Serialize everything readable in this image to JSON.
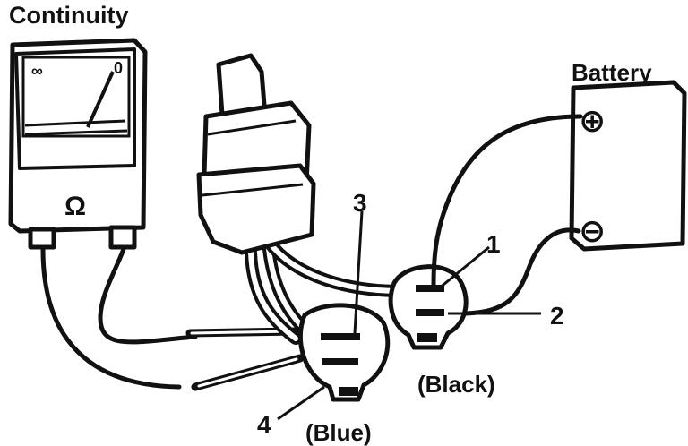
{
  "labels": {
    "continuity": "Continuity",
    "battery": "Battery",
    "n1": "1",
    "n2": "2",
    "n3": "3",
    "n4": "4",
    "black": "(Black)",
    "blue": "(Blue)"
  },
  "meter": {
    "scale_left": "∞",
    "scale_right": "0",
    "unit": "Ω"
  },
  "battery_terminals": {
    "positive": "⊕",
    "negative": "⊖"
  }
}
